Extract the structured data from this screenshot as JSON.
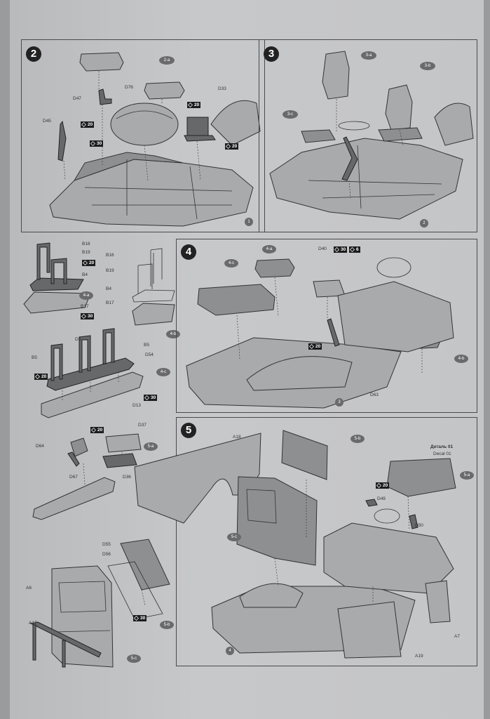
{
  "steps": {
    "s2": {
      "number": "2",
      "parts": [
        "2-a",
        "D76",
        "D33",
        "D47",
        "D45",
        "1"
      ],
      "glue": [
        "20",
        "20",
        "30",
        "20"
      ]
    },
    "s3": {
      "number": "3",
      "parts": [
        "3-a",
        "3-b",
        "3-c",
        "2"
      ]
    },
    "s4": {
      "number": "4",
      "parts": [
        "4-a",
        "4-c",
        "D40",
        "D63",
        "4-b",
        "3"
      ],
      "glue": [
        "30",
        "6",
        "20"
      ]
    },
    "s5": {
      "number": "5",
      "parts": [
        "A18",
        "5-b",
        "5-a",
        "5-c",
        "D49",
        "D50",
        "A19",
        "A7",
        "4"
      ],
      "decal_ru": "Деталь 01",
      "decal_en": "Decal 01",
      "glue": [
        "20"
      ]
    }
  },
  "subs": {
    "a4": {
      "parts": [
        "B16",
        "B19",
        "B4",
        "4-a",
        "B17"
      ],
      "glue": [
        "20",
        "30"
      ]
    },
    "b4": {
      "parts": [
        "B16",
        "B19",
        "B4",
        "B17",
        "4-b"
      ]
    },
    "c4": {
      "parts": [
        "D3",
        "B5",
        "B5",
        "D54",
        "4-c",
        "D13"
      ],
      "glue": [
        "20",
        "30"
      ]
    },
    "a5": {
      "parts": [
        "D37",
        "D64",
        "5-a",
        "D67",
        "D36"
      ],
      "glue": [
        "20"
      ]
    },
    "b5": {
      "parts": [
        "D55",
        "D56",
        "5-b"
      ],
      "glue": [
        "30"
      ]
    },
    "c5": {
      "parts": [
        "A6",
        "A17",
        "5-c"
      ]
    }
  },
  "icons": [
    "cement-tube-icon"
  ]
}
